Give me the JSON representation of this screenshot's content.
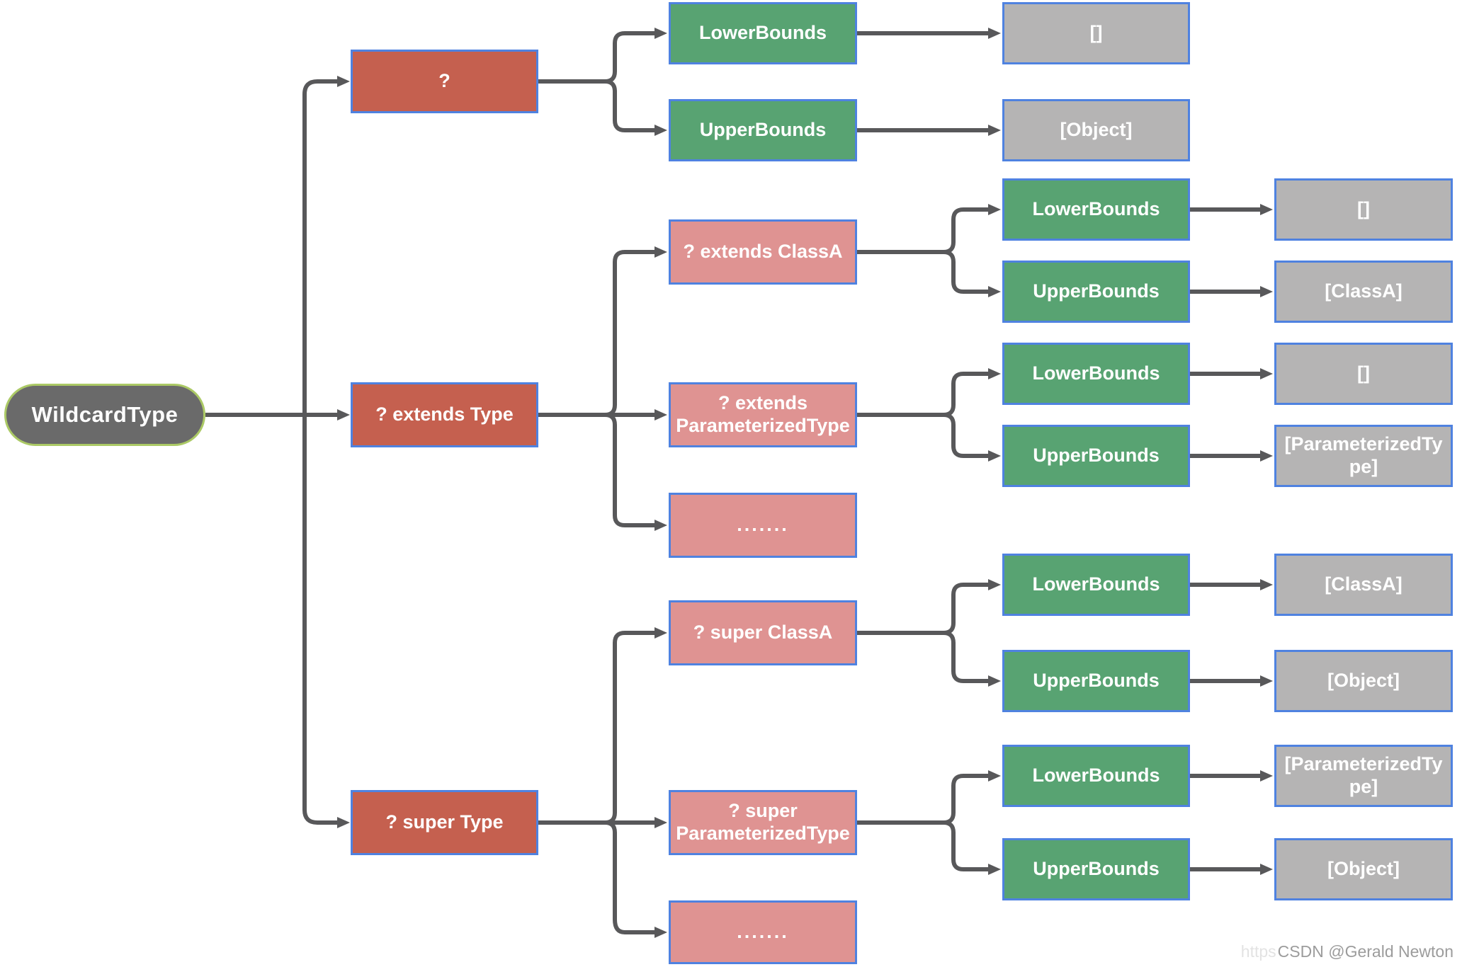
{
  "root": {
    "label": "WildcardType"
  },
  "branches": [
    {
      "label": "?",
      "bounds": [
        {
          "label": "LowerBounds",
          "value": "[]"
        },
        {
          "label": "UpperBounds",
          "value": "[Object]"
        }
      ]
    },
    {
      "label": "? extends Type",
      "children": [
        {
          "label": "? extends ClassA",
          "bounds": [
            {
              "label": "LowerBounds",
              "value": "[]"
            },
            {
              "label": "UpperBounds",
              "value": "[ClassA]"
            }
          ]
        },
        {
          "label": "? extends ParameterizedType",
          "bounds": [
            {
              "label": "LowerBounds",
              "value": "[]"
            },
            {
              "label": "UpperBounds",
              "value": "[ParameterizedType]"
            }
          ]
        },
        {
          "label": "......."
        }
      ]
    },
    {
      "label": "? super Type",
      "children": [
        {
          "label": "? super ClassA",
          "bounds": [
            {
              "label": "LowerBounds",
              "value": "[ClassA]"
            },
            {
              "label": "UpperBounds",
              "value": "[Object]"
            }
          ]
        },
        {
          "label": "? super ParameterizedType",
          "bounds": [
            {
              "label": "LowerBounds",
              "value": "[ParameterizedType]"
            },
            {
              "label": "UpperBounds",
              "value": "[Object]"
            }
          ]
        },
        {
          "label": "......."
        }
      ]
    }
  ],
  "watermark": {
    "faint_prefix": "https",
    "text": "CSDN @Gerald Newton"
  },
  "colors": {
    "branch_fill": "#c5604f",
    "child_fill": "#df9392",
    "bounds_fill": "#58a372",
    "value_fill": "#b5b4b4",
    "node_border": "#4f82e0",
    "root_fill": "#6a6a6a",
    "root_border": "#abc965",
    "connector": "#58585a",
    "background": "#ffffff"
  }
}
